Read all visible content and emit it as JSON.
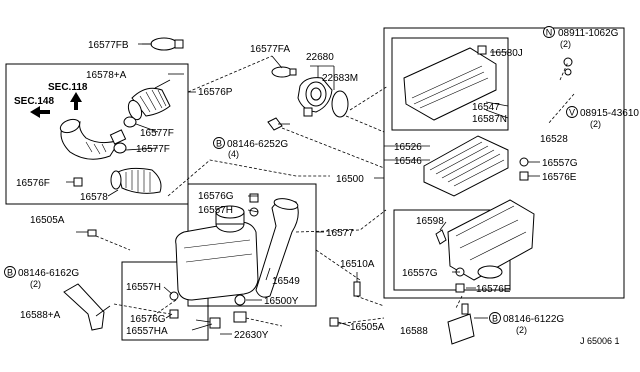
{
  "diagram": {
    "ref_code": "J 65006 1",
    "labels": {
      "p16577FB": "16577FB",
      "p16578A": "16578+A",
      "p16576P": "16576P",
      "sec118": "SEC.118",
      "sec148": "SEC.148",
      "p16577F_1": "16577F",
      "p16577F_2": "16577F",
      "p16576F": "16576F",
      "p16578": "16578",
      "p16577FA": "16577FA",
      "p22680": "22680",
      "p22683M": "22683M",
      "b08146_6252G": "08146-6252G",
      "b08146_6252G_qty": "(4)",
      "p16580J": "16580J",
      "p16547": "16547",
      "p16587N": "16587N",
      "n08911_1062G": "08911-1062G",
      "n08911_1062G_qty": "(2)",
      "v08915_43610": "08915-43610",
      "v08915_43610_qty": "(2)",
      "p16526": "16526",
      "p16546": "16546",
      "p16528": "16528",
      "p16557G_1": "16557G",
      "p16576E_1": "16576E",
      "p16500": "16500",
      "p16576G_1": "16576G",
      "p16557H_1": "16557H",
      "p16577": "16577",
      "p16505A_1": "16505A",
      "p16598": "16598",
      "b08146_6162G": "08146-6162G",
      "b08146_6162G_qty": "(2)",
      "p16510A": "16510A",
      "p16549": "16549",
      "p16557G_2": "16557G",
      "p16576E_2": "16576E",
      "p16557H_2": "16557H",
      "p16500Y": "16500Y",
      "p16588A": "16588+A",
      "p16576G_2": "16576G",
      "p16557HA": "16557HA",
      "p22630Y": "22630Y",
      "p16505A_2": "16505A",
      "p16588": "16588",
      "b08146_6122G": "08146-6122G",
      "b08146_6122G_qty": "(2)"
    },
    "badges": {
      "B": "B",
      "N": "N",
      "V": "V"
    }
  }
}
